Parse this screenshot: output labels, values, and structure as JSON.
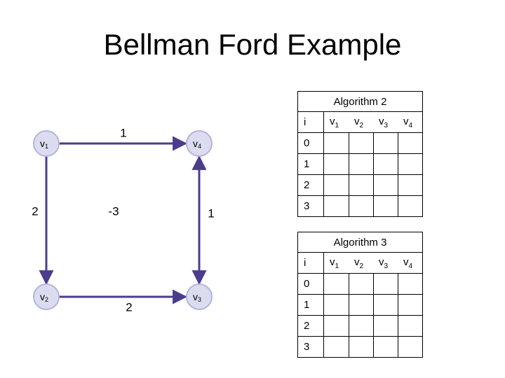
{
  "title": "Bellman Ford Example",
  "graph": {
    "nodes": [
      {
        "id": "v1",
        "base": "v",
        "sub": "1"
      },
      {
        "id": "v4",
        "base": "v",
        "sub": "4"
      },
      {
        "id": "v2",
        "base": "v",
        "sub": "2"
      },
      {
        "id": "v3",
        "base": "v",
        "sub": "3"
      }
    ],
    "edges": [
      {
        "from": "v1",
        "to": "v4",
        "weight": "1"
      },
      {
        "from": "v1",
        "to": "v2",
        "weight": "2"
      },
      {
        "from": "v3",
        "to": "v4",
        "weight": "-3"
      },
      {
        "from": "v4",
        "to": "v3",
        "weight": "1"
      },
      {
        "from": "v2",
        "to": "v3",
        "weight": "2"
      }
    ],
    "colors": {
      "node_fill": "#dcdcf0",
      "node_stroke": "#b4b4dc",
      "edge": "#4b3c8c"
    }
  },
  "tables": [
    {
      "caption": "Algorithm 2",
      "header_i": "i",
      "columns": [
        {
          "base": "v",
          "sub": "1"
        },
        {
          "base": "v",
          "sub": "2"
        },
        {
          "base": "v",
          "sub": "3"
        },
        {
          "base": "v",
          "sub": "4"
        }
      ],
      "rows": [
        "0",
        "1",
        "2",
        "3"
      ]
    },
    {
      "caption": "Algorithm 3",
      "header_i": "i",
      "columns": [
        {
          "base": "v",
          "sub": "1"
        },
        {
          "base": "v",
          "sub": "2"
        },
        {
          "base": "v",
          "sub": "3"
        },
        {
          "base": "v",
          "sub": "4"
        }
      ],
      "rows": [
        "0",
        "1",
        "2",
        "3"
      ]
    }
  ]
}
